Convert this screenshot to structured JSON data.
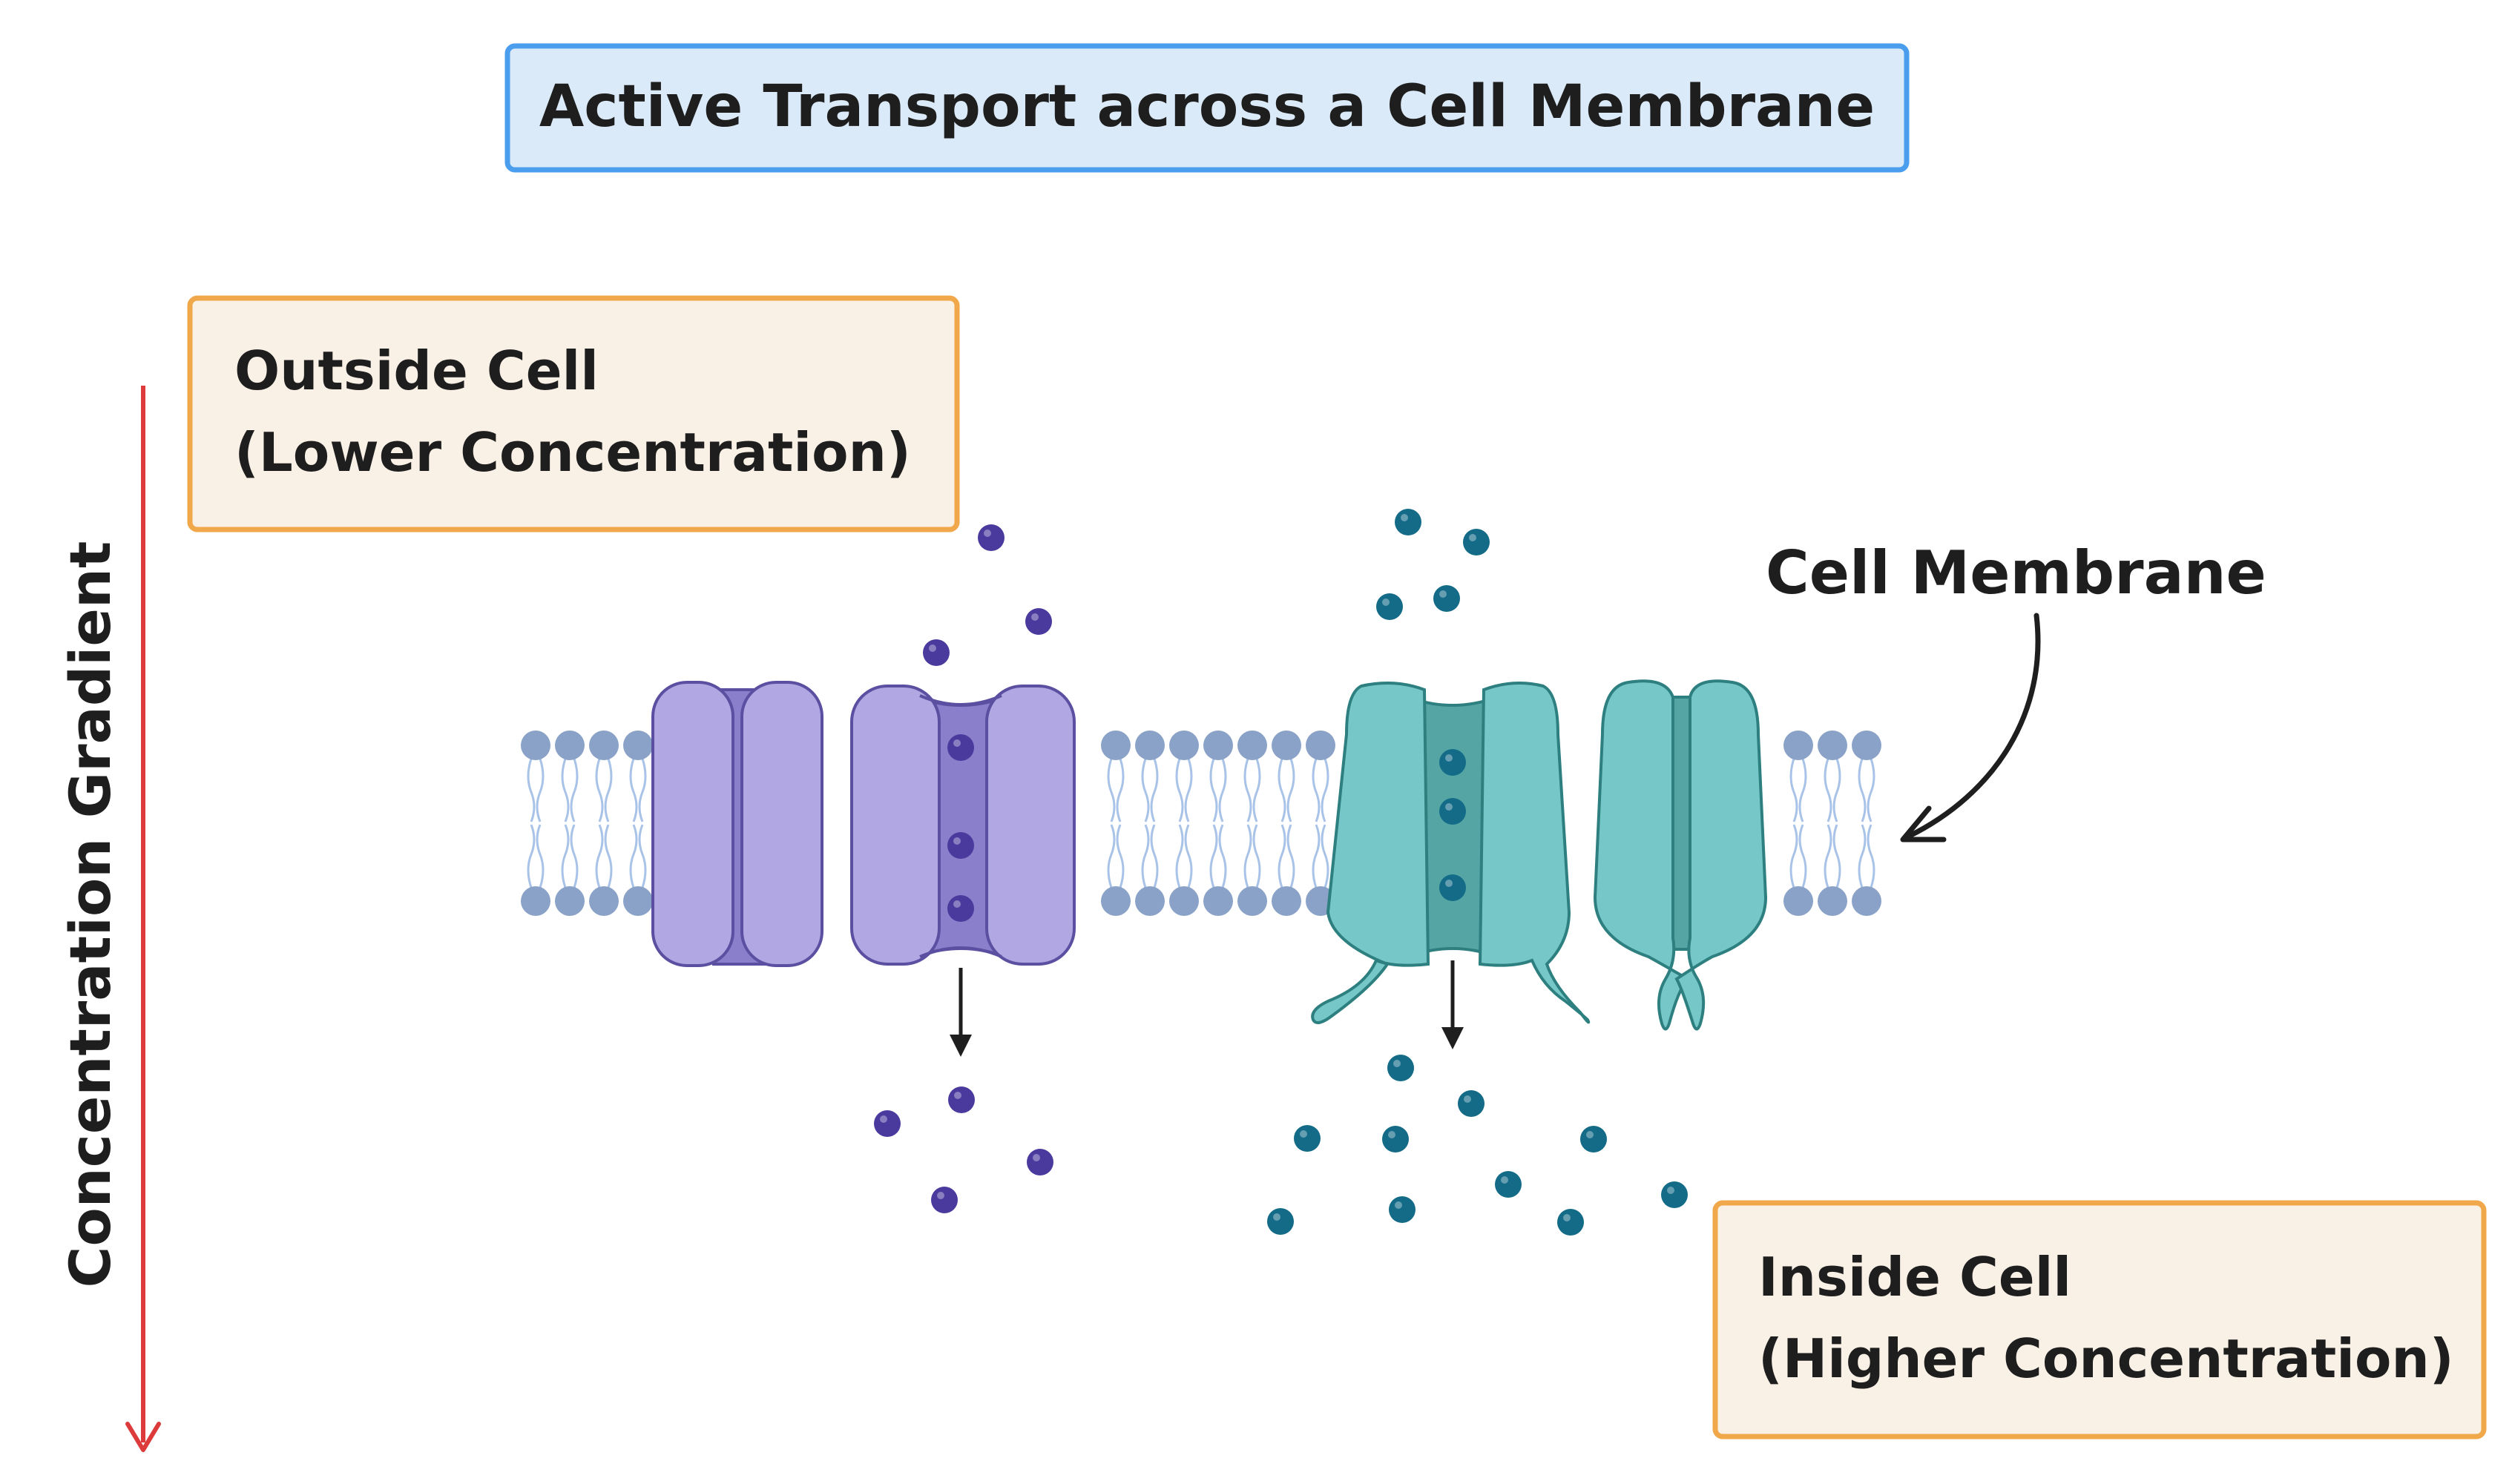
{
  "title": "Active Transport across a Cell Membrane",
  "outside_box": {
    "line1": "Outside Cell",
    "line2": "(Lower Concentration)"
  },
  "inside_box": {
    "line1": "Inside Cell",
    "line2": "(Higher Concentration)"
  },
  "membrane_label": "Cell Membrane",
  "gradient_label": "Concentration Gradient",
  "colors": {
    "title_border": "#4a9eed",
    "title_fill": "#dbeaf8",
    "box_border": "#f0a84a",
    "box_fill": "#f9f0e6",
    "gradient_arrow": "#dd3b3b",
    "lipid_head": "#8aa2c8",
    "lipid_tail": "#a9c3e8",
    "purple_protein": "#b1a7e2",
    "purple_protein_dark": "#8a7fcb",
    "purple_particle": "#4b3a9e",
    "teal_protein": "#76c8c8",
    "teal_protein_dark": "#55a5a5",
    "teal_particle": "#136b87"
  },
  "icons": {
    "purple_channel": "channel-protein-icon",
    "purple_carrier": "carrier-protein-icon",
    "teal_pump": "pump-protein-icon",
    "teal_channel": "gated-channel-icon"
  }
}
